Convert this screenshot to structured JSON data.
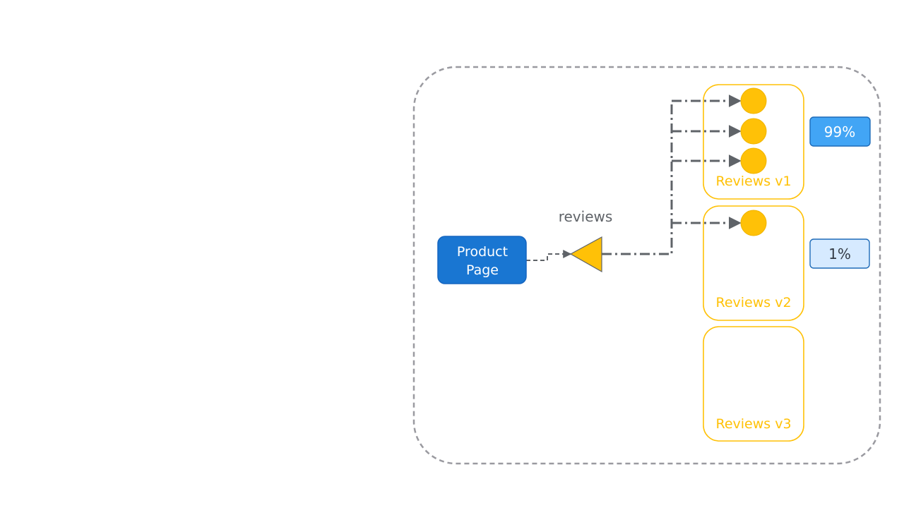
{
  "diagram": {
    "service_label": "reviews",
    "product_page": {
      "line1": "Product",
      "line2": "Page"
    },
    "versions": [
      {
        "label": "Reviews v1",
        "pod_count": 3
      },
      {
        "label": "Reviews v2",
        "pod_count": 1
      },
      {
        "label": "Reviews v3",
        "pod_count": 0
      }
    ],
    "weights": [
      {
        "label": "99%",
        "target": "Reviews v1"
      },
      {
        "label": "1%",
        "target": "Reviews v2"
      }
    ]
  },
  "colors": {
    "product_page_fill": "#1976d2",
    "product_page_stroke": "#1565c0",
    "router_fill": "#ffc107",
    "pod_fill": "#ffc107",
    "pod_stroke": "#f0b400",
    "version_border": "#ffc107",
    "version_text": "#ffc107",
    "weight_primary_fill": "#42a5f5",
    "weight_primary_stroke": "#1e6bb8",
    "weight_secondary_fill": "#d6eaff",
    "weight_secondary_stroke": "#1e6bb8",
    "edge": "#5f6368",
    "cluster_border": "#9a9aa0",
    "label_text": "#5f6368"
  }
}
